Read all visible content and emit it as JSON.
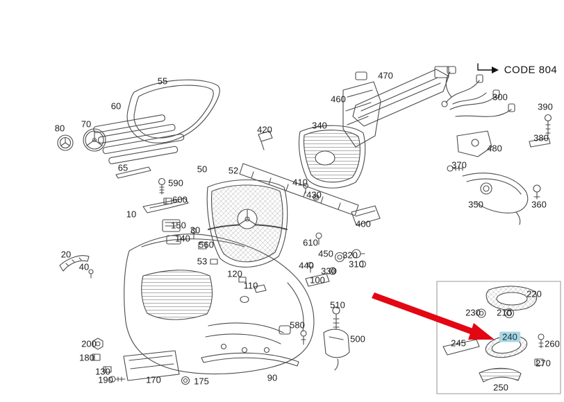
{
  "diagram": {
    "code_label": "CODE 804",
    "highlighted_part": "240",
    "colors": {
      "line": "#4a4a4a",
      "arrow_red": "#e30613",
      "highlight": "#a9d6e3",
      "inset_border": "#9a9a9a"
    }
  },
  "labels": [
    {
      "text": "55"
    },
    {
      "text": "60"
    },
    {
      "text": "70"
    },
    {
      "text": "80"
    },
    {
      "text": "65"
    },
    {
      "text": "590"
    },
    {
      "text": "600"
    },
    {
      "text": "10"
    },
    {
      "text": "150"
    },
    {
      "text": "30"
    },
    {
      "text": "140"
    },
    {
      "text": "560"
    },
    {
      "text": "53"
    },
    {
      "text": "20"
    },
    {
      "text": "40"
    },
    {
      "text": "50"
    },
    {
      "text": "52"
    },
    {
      "text": "420"
    },
    {
      "text": "410"
    },
    {
      "text": "430"
    },
    {
      "text": "340"
    },
    {
      "text": "460"
    },
    {
      "text": "470"
    },
    {
      "text": "300"
    },
    {
      "text": "390"
    },
    {
      "text": "380"
    },
    {
      "text": "480"
    },
    {
      "text": "370"
    },
    {
      "text": "350"
    },
    {
      "text": "360"
    },
    {
      "text": "400"
    },
    {
      "text": "610"
    },
    {
      "text": "450"
    },
    {
      "text": "320"
    },
    {
      "text": "310"
    },
    {
      "text": "330"
    },
    {
      "text": "440"
    },
    {
      "text": "100"
    },
    {
      "text": "120"
    },
    {
      "text": "110"
    },
    {
      "text": "510"
    },
    {
      "text": "580"
    },
    {
      "text": "500"
    },
    {
      "text": "90"
    },
    {
      "text": "175"
    },
    {
      "text": "170"
    },
    {
      "text": "190"
    },
    {
      "text": "130"
    },
    {
      "text": "180"
    },
    {
      "text": "200"
    },
    {
      "text": "220"
    },
    {
      "text": "230"
    },
    {
      "text": "210"
    },
    {
      "text": "240"
    },
    {
      "text": "245"
    },
    {
      "text": "260"
    },
    {
      "text": "270"
    },
    {
      "text": "250"
    }
  ]
}
